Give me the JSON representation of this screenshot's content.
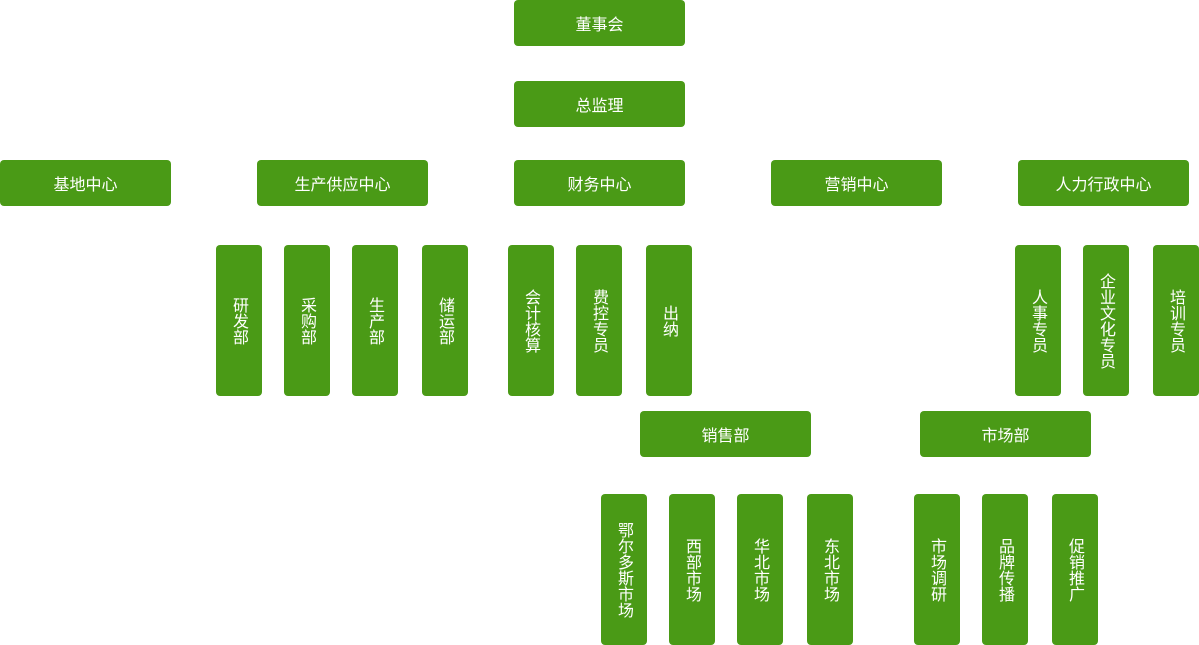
{
  "nodes": [
    {
      "id": "n-board",
      "label": "董事会"
    },
    {
      "id": "n-gm",
      "label": "总监理"
    },
    {
      "id": "n-base",
      "label": "基地中心"
    },
    {
      "id": "n-supply",
      "label": "生产供应中心"
    },
    {
      "id": "n-finance",
      "label": "财务中心"
    },
    {
      "id": "n-marketing",
      "label": "营销中心"
    },
    {
      "id": "n-hr",
      "label": "人力行政中心"
    },
    {
      "id": "n-rd",
      "label": "研发部"
    },
    {
      "id": "n-purchase",
      "label": "采购部"
    },
    {
      "id": "n-production",
      "label": "生产部"
    },
    {
      "id": "n-storage",
      "label": "储运部"
    },
    {
      "id": "n-accounting",
      "label": "会计核算"
    },
    {
      "id": "n-costctrl",
      "label": "费控专员"
    },
    {
      "id": "n-cashier",
      "label": "出纳"
    },
    {
      "id": "n-personnel",
      "label": "人事专员"
    },
    {
      "id": "n-culture",
      "label": "企业文化专员"
    },
    {
      "id": "n-training",
      "label": "培训专员"
    },
    {
      "id": "n-sales",
      "label": "销售部"
    },
    {
      "id": "n-market",
      "label": "市场部"
    },
    {
      "id": "n-ordos",
      "label": "鄂尔多斯市场"
    },
    {
      "id": "n-west",
      "label": "西部市场"
    },
    {
      "id": "n-north",
      "label": "华北市场"
    },
    {
      "id": "n-northeast",
      "label": "东北市场"
    },
    {
      "id": "n-research",
      "label": "市场调研"
    },
    {
      "id": "n-brand",
      "label": "品牌传播"
    },
    {
      "id": "n-promo",
      "label": "促销推广"
    }
  ],
  "colors": {
    "node_fill": "#4a9a16",
    "node_text": "#ffffff"
  }
}
